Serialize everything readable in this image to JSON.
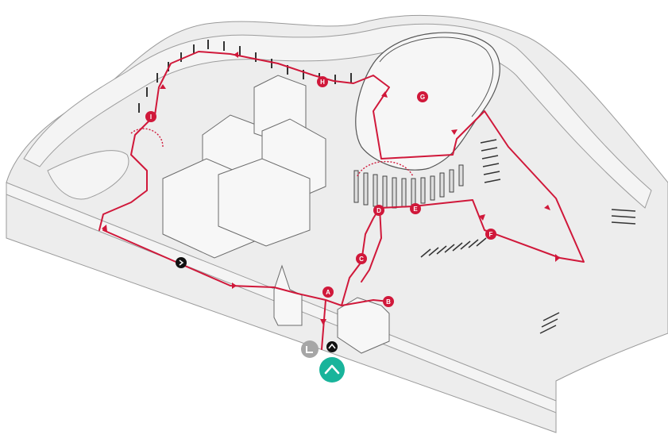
{
  "map": {
    "route_color": "#d0183a",
    "dotted_color": "#d0183a",
    "ground_color": "#efefef",
    "line_color": "#8a8a8a",
    "markers": [
      {
        "id": "marker-a",
        "label": "A",
        "color": "#d0183a"
      },
      {
        "id": "marker-b",
        "label": "B",
        "color": "#d0183a"
      },
      {
        "id": "marker-c",
        "label": "C",
        "color": "#d0183a"
      },
      {
        "id": "marker-d",
        "label": "D",
        "color": "#d0183a"
      },
      {
        "id": "marker-e",
        "label": "E",
        "color": "#d0183a"
      },
      {
        "id": "marker-f",
        "label": "F",
        "color": "#d0183a"
      },
      {
        "id": "marker-g",
        "label": "G",
        "color": "#d0183a"
      },
      {
        "id": "marker-h",
        "label": "H",
        "color": "#d0183a"
      },
      {
        "id": "marker-i",
        "label": "I",
        "color": "#d0183a"
      }
    ],
    "entrances": [
      {
        "id": "entrance-main",
        "icon": "chevron-up-icon",
        "color": "#19b49b"
      },
      {
        "id": "entrance-black",
        "icon": "chevron-up-icon",
        "color": "#111111"
      },
      {
        "id": "exit-gray",
        "icon": "exit-arrow-icon",
        "color": "#a6a6a6"
      },
      {
        "id": "exit-black",
        "icon": "exit-arrow-icon",
        "color": "#111111"
      }
    ]
  }
}
